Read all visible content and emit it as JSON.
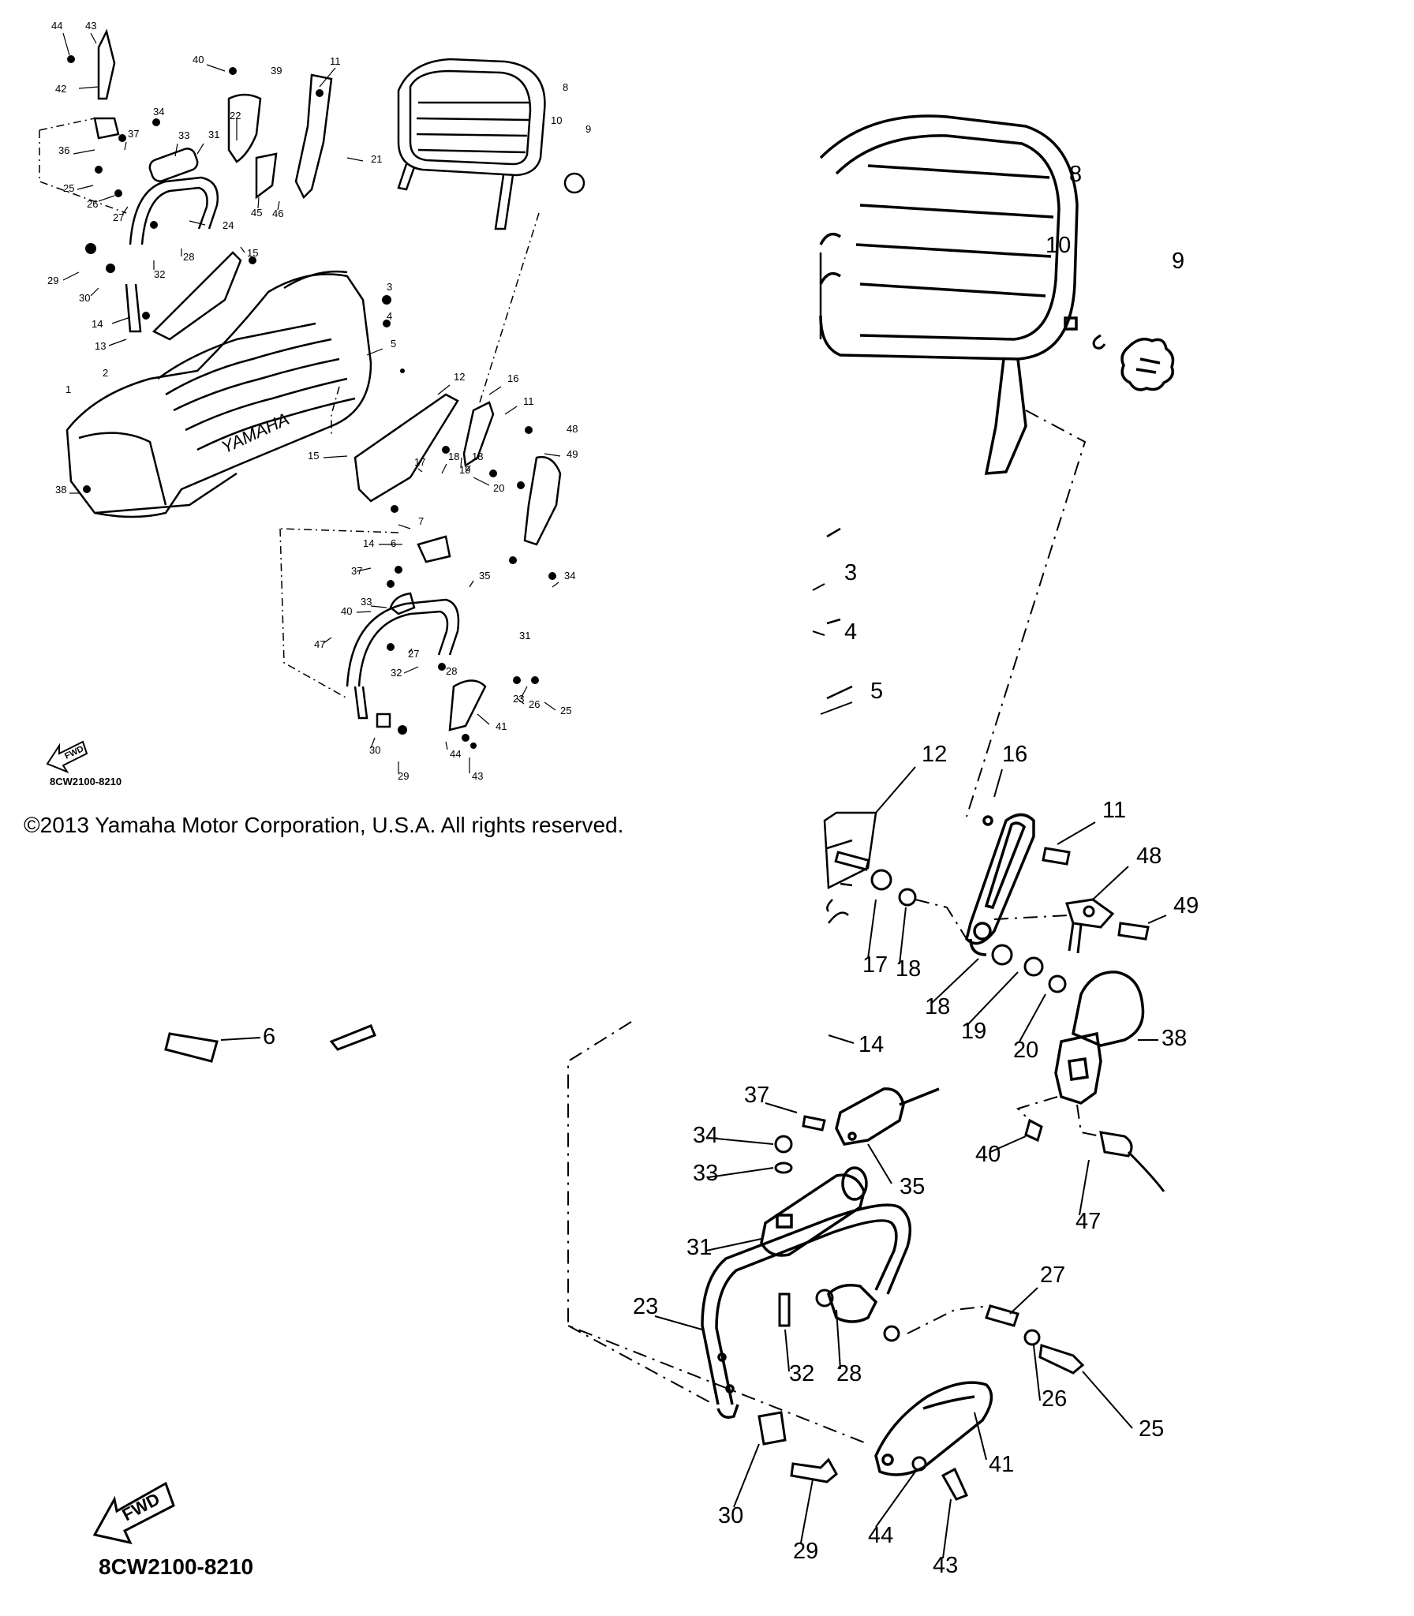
{
  "overview": {
    "callouts": [
      "44",
      "43",
      "42",
      "40",
      "39",
      "11",
      "8",
      "10",
      "9",
      "34",
      "37",
      "33",
      "31",
      "36",
      "22",
      "21",
      "25",
      "26",
      "27",
      "24",
      "45",
      "46",
      "29",
      "32",
      "28",
      "15",
      "30",
      "3",
      "14",
      "13",
      "4",
      "5",
      "1",
      "2",
      "12",
      "16",
      "11",
      "48",
      "49",
      "15",
      "17",
      "18",
      "18",
      "19",
      "20",
      "38",
      "7",
      "6",
      "14",
      "37",
      "35",
      "34",
      "33",
      "40",
      "47",
      "31",
      "27",
      "23",
      "32",
      "28",
      "26",
      "25",
      "30",
      "29",
      "44",
      "43",
      "41"
    ],
    "part_code": "8CW2100-8210",
    "fwd_label": "FWD",
    "brand_on_seat": "YAMAHA"
  },
  "copyright": "©2013 Yamaha Motor Corporation, U.S.A. All rights reserved.",
  "detail": {
    "callouts": [
      "8",
      "10",
      "9",
      "3",
      "4",
      "5",
      "12",
      "16",
      "11",
      "48",
      "49",
      "17",
      "18",
      "18",
      "19",
      "20",
      "38",
      "6",
      "14",
      "37",
      "35",
      "34",
      "33",
      "40",
      "47",
      "31",
      "27",
      "23",
      "32",
      "28",
      "26",
      "25",
      "30",
      "29",
      "44",
      "43",
      "41"
    ],
    "part_code": "8CW2100-8210",
    "fwd_label": "FWD"
  }
}
